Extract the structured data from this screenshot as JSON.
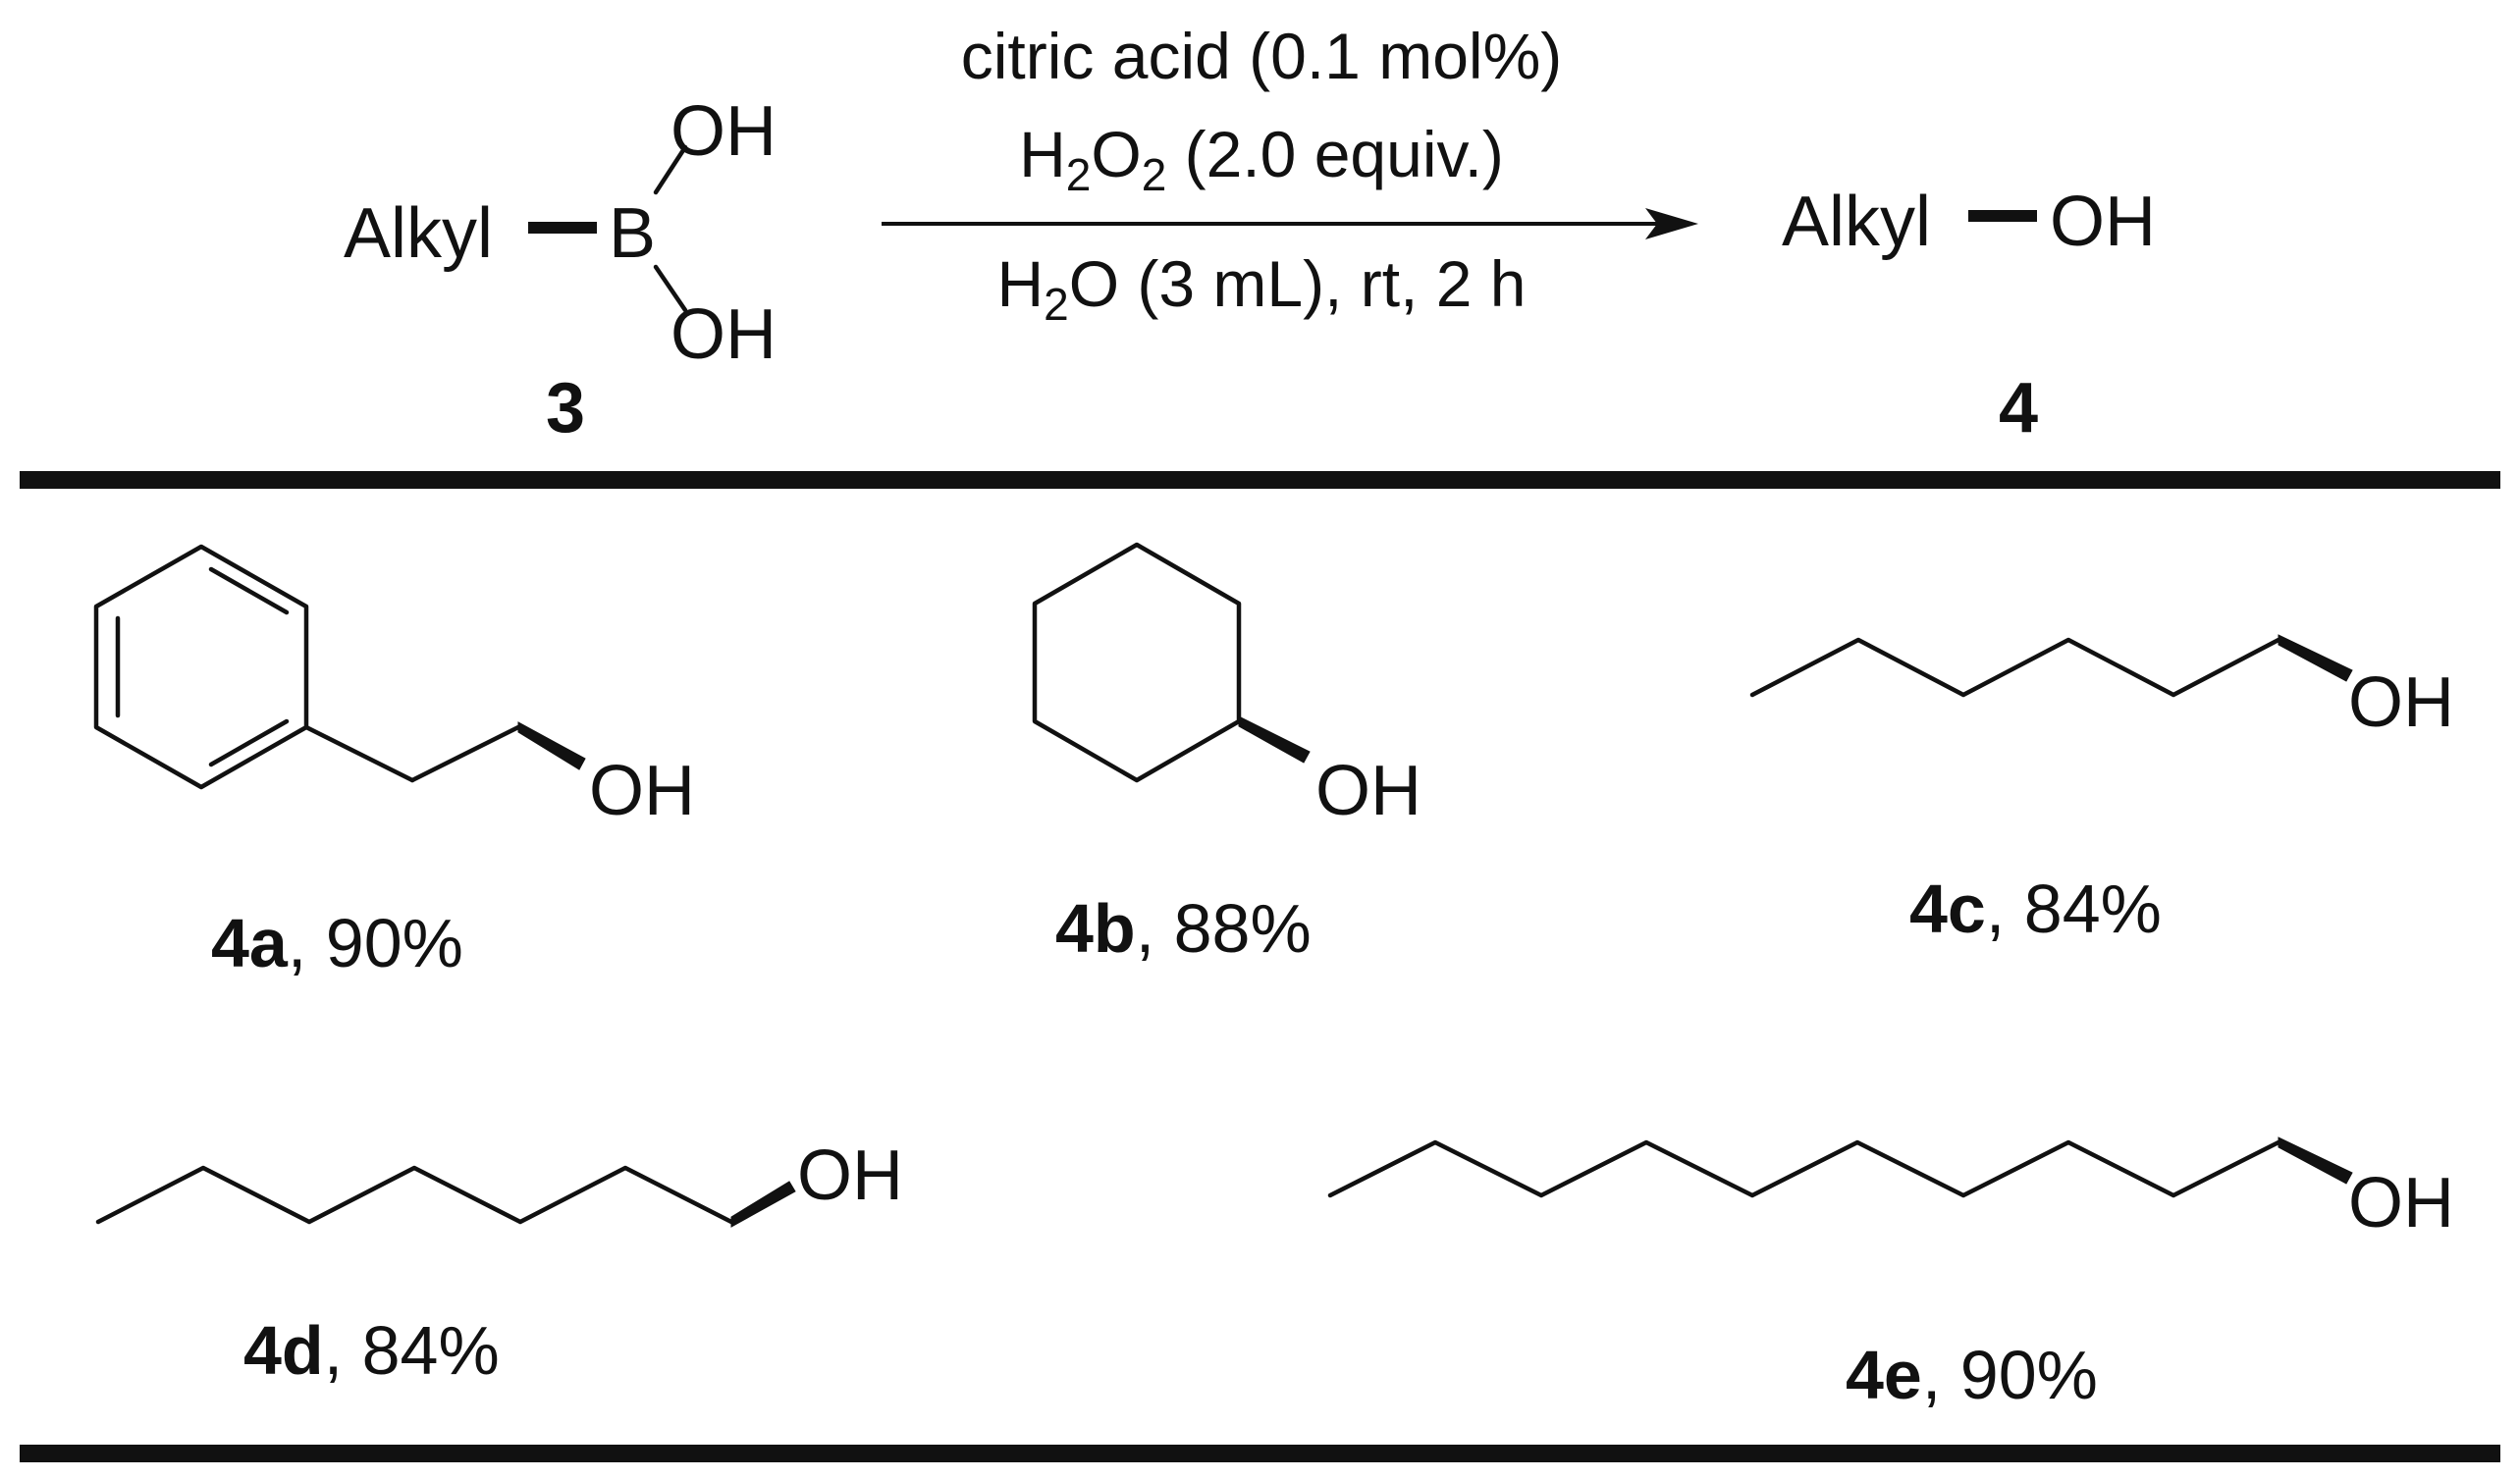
{
  "scheme": {
    "reactant": {
      "group": "Alkyl",
      "atom": "B",
      "oh_top": "OH",
      "oh_bottom": "OH",
      "number": "3"
    },
    "conditions": {
      "line1": "citric acid (0.1 mol%)",
      "line2_prefix": "H",
      "line2_sub1": "2",
      "line2_mid": "O",
      "line2_sub2": "2",
      "line2_suffix": " (2.0 equiv.)",
      "line3_prefix": "H",
      "line3_sub": "2",
      "line3_suffix": "O (3 mL), rt, 2 h"
    },
    "product": {
      "group": "Alkyl",
      "oh": "OH",
      "number": "4"
    }
  },
  "compounds": [
    {
      "id": "4a",
      "yield": ", 90%",
      "oh": "OH"
    },
    {
      "id": "4b",
      "yield": ", 88%",
      "oh": "OH"
    },
    {
      "id": "4c",
      "yield": ", 84%",
      "oh": "OH"
    },
    {
      "id": "4d",
      "yield": ", 84%",
      "oh": "OH"
    },
    {
      "id": "4e",
      "yield": ", 90%",
      "oh": "OH"
    }
  ]
}
